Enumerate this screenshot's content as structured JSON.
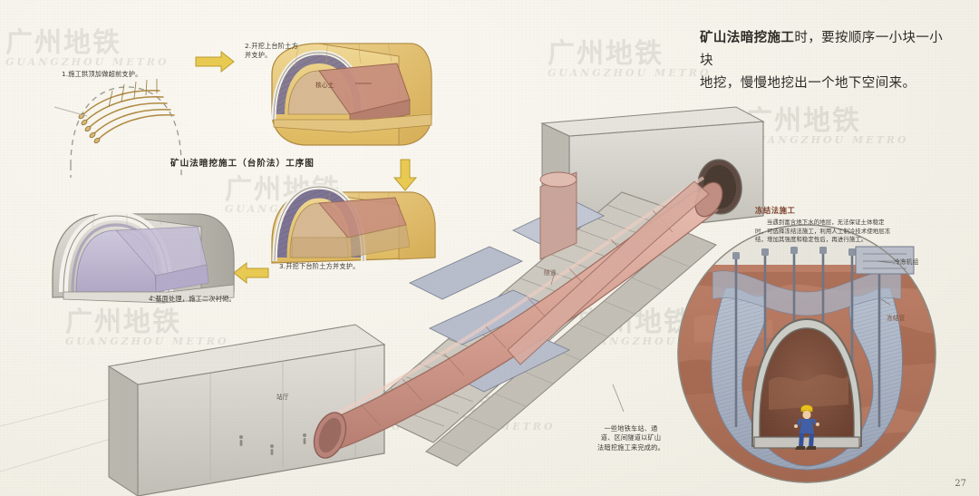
{
  "page": {
    "number": "27",
    "watermark_cn": "广州地铁",
    "watermark_en": "GUANGZHOU METRO"
  },
  "headline": {
    "strong": "矿山法暗挖施工",
    "rest_line1": "时，要按顺序一小块一小块",
    "line2": "地挖，慢慢地挖出一个地下空间来。"
  },
  "sequence_diagram": {
    "title": "矿山法暗挖施工（台阶法）工序图",
    "steps": [
      {
        "id": "step-1",
        "text": "1.施工拱顶加做超前支护。"
      },
      {
        "id": "step-2",
        "text": "2.开挖上台阶土方\n并支护。"
      },
      {
        "id": "step-3",
        "text": "3.开挖下台阶土方并支护。"
      },
      {
        "id": "step-4",
        "text": "4.基面处理，施工二次衬砌。"
      }
    ],
    "core_soil_label": "核心土"
  },
  "scene_labels": {
    "station_hall": "站厅",
    "tunnel": "隧道"
  },
  "scene_note": {
    "line1": "一些地铁车站、通",
    "line2": "道、区间隧道以矿山",
    "line3": "法暗挖施工来完成的。"
  },
  "freeze_inset": {
    "title": "冻结法施工",
    "body": "当遇到富含地下水的地层，无法保证土体稳定时，可选择冻结法施工，利用人工制冷技术使地层冻结，增加其强度和稳定性后，再进行施工。",
    "label_chiller": "冷冻机组",
    "label_pipe": "冻结管"
  },
  "colors": {
    "paper": "#f4f2e9",
    "soil_yellow": "#e8c878",
    "lining_purple": "#8b84a8",
    "core_soil_pink": "#c08878",
    "concrete_grey": "#cfcdc8",
    "tunnel_pink": "#d6a79c",
    "frozen_blue": "#aab4c6",
    "earth_brown": "#b0705a",
    "arrow_yellow": "#e8c84a",
    "helmet_yellow": "#ecc31f",
    "worker_blue": "#3f5fa8"
  }
}
